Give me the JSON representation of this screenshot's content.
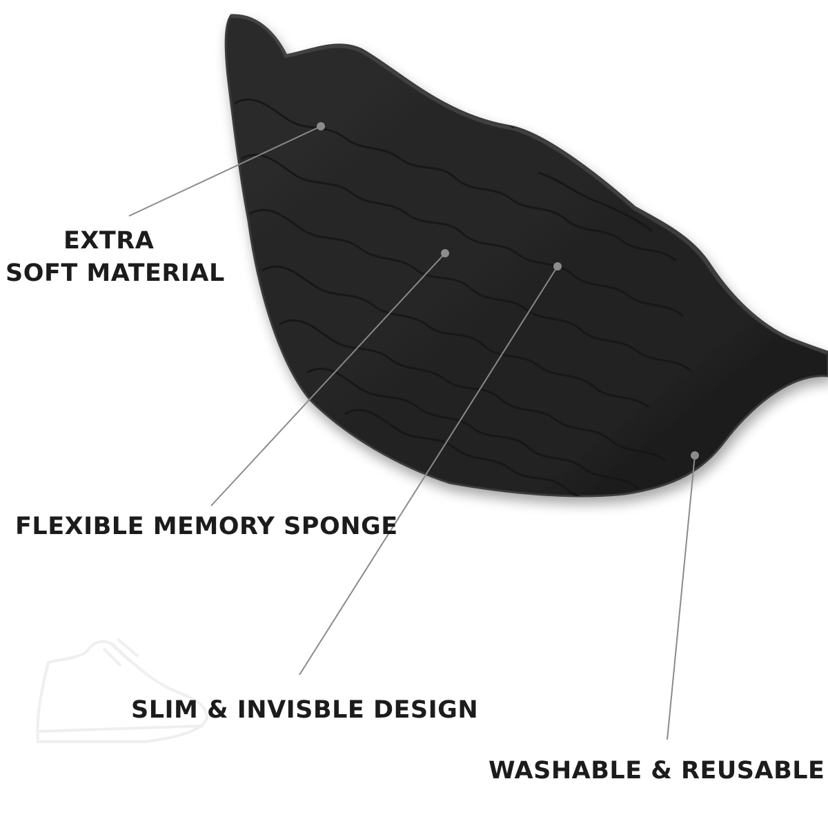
{
  "features": [
    {
      "id": "extra-soft",
      "lines": [
        "EXTRA",
        "SOFT MATERIAL"
      ]
    },
    {
      "id": "memory-sponge",
      "lines": [
        "FLEXIBLE MEMORY SPONGE"
      ]
    },
    {
      "id": "slim-design",
      "lines": [
        "SLIM & INVISBLE DESIGN"
      ]
    },
    {
      "id": "washable",
      "lines": [
        "WASHABLE & REUSABLE"
      ]
    }
  ],
  "colors": {
    "background": "#ffffff",
    "pad": "#262626",
    "pad_edge": "#3a3a3a",
    "text": "#1c1c1c",
    "leader_line": "#8a8a8a"
  },
  "product": "black foam crease-protector pad with wavy embossed pattern",
  "watermark_icon": "sneaker-outline-icon"
}
